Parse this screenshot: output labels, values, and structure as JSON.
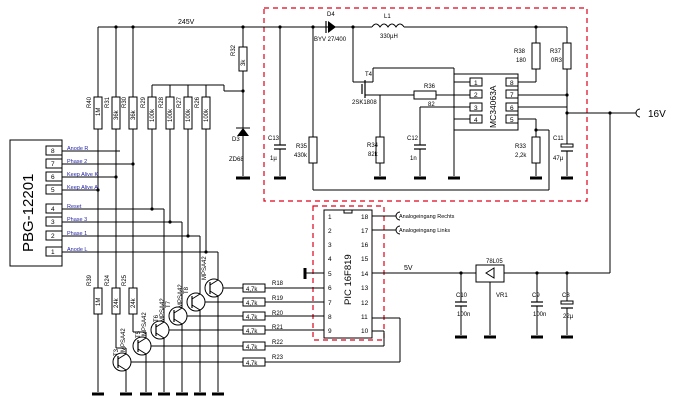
{
  "supply": {
    "rail_label": "245V",
    "out_label": "16V",
    "logic_label": "5V"
  },
  "module": {
    "name": "PBG-12201",
    "pins": [
      {
        "num": "8",
        "name": "Anode R"
      },
      {
        "num": "7",
        "name": "Phase 2"
      },
      {
        "num": "6",
        "name": "Keep Alive K"
      },
      {
        "num": "5",
        "name": "Keep Alive A"
      },
      {
        "num": "4",
        "name": "Reset"
      },
      {
        "num": "3",
        "name": "Phase 3"
      },
      {
        "num": "2",
        "name": "Phase 1"
      },
      {
        "num": "1",
        "name": "Anode L"
      }
    ]
  },
  "pullups": [
    {
      "ref": "R40",
      "val": "1M"
    },
    {
      "ref": "R31",
      "val": "36k"
    },
    {
      "ref": "R30",
      "val": "36k"
    },
    {
      "ref": "R29",
      "val": "100k"
    },
    {
      "ref": "R28",
      "val": "100k"
    },
    {
      "ref": "R27",
      "val": "100k"
    },
    {
      "ref": "R26",
      "val": "100k"
    }
  ],
  "lower_res": [
    {
      "ref": "R39",
      "val": "1M"
    },
    {
      "ref": "R24",
      "val": "24k"
    },
    {
      "ref": "R25",
      "val": "24k"
    }
  ],
  "transistors": {
    "t3": "T3",
    "t5": "T5",
    "t6": "T6",
    "t7": "T7",
    "t8": "T8",
    "type": "MPSA42"
  },
  "base_res": [
    {
      "ref": "R18",
      "val": "4,7k"
    },
    {
      "ref": "R19",
      "val": "4,7k"
    },
    {
      "ref": "R20",
      "val": "4,7k"
    },
    {
      "ref": "R21",
      "val": "4,7k"
    },
    {
      "ref": "R22",
      "val": "4,7k"
    },
    {
      "ref": "R23",
      "val": "4,7k"
    }
  ],
  "zener": {
    "r32_ref": "R32",
    "r32_val": "3k",
    "d3_ref": "D3",
    "d3_val": "ZD68"
  },
  "boost": {
    "d4_ref": "D4",
    "d4_val": "BYV 27/400",
    "l1_ref": "L1",
    "l1_val": "330µH",
    "t4_ref": "T4",
    "t4_val": "2SK1808",
    "r36_ref": "R36",
    "r36_val": "82",
    "r38_ref": "R38",
    "r38_val": "180",
    "r37_ref": "R37",
    "r37_val": "0R3",
    "r35_ref": "R35",
    "r35_val": "430k",
    "r34_ref": "R34",
    "r34_val": "82k",
    "r33_ref": "R33",
    "r33_val": "2,2k",
    "c13_ref": "C13",
    "c13_val": "1µ",
    "c12_ref": "C12",
    "c12_val": "1n",
    "c11_ref": "C11",
    "c11_val": "47µ",
    "ic_name": "MC34063A",
    "ic_pins_left": [
      "1",
      "2",
      "3",
      "4"
    ],
    "ic_pins_right": [
      "8",
      "7",
      "6",
      "5"
    ]
  },
  "mcu": {
    "name": "PIC 16F819",
    "pins_left": [
      "1",
      "2",
      "3",
      "4",
      "5",
      "6",
      "7",
      "8",
      "9"
    ],
    "pins_right": [
      "18",
      "17",
      "16",
      "15",
      "14",
      "13",
      "12",
      "11",
      "10"
    ],
    "analog_right": "Analogeingang Rechts",
    "analog_left": "Analogeingang Links"
  },
  "regulator": {
    "name": "78L05",
    "ref": "VR1",
    "c10_ref": "C10",
    "c10_val": "100n",
    "c9_ref": "C9",
    "c9_val": "100n",
    "c8_ref": "C8",
    "c8_val": "22µ"
  }
}
